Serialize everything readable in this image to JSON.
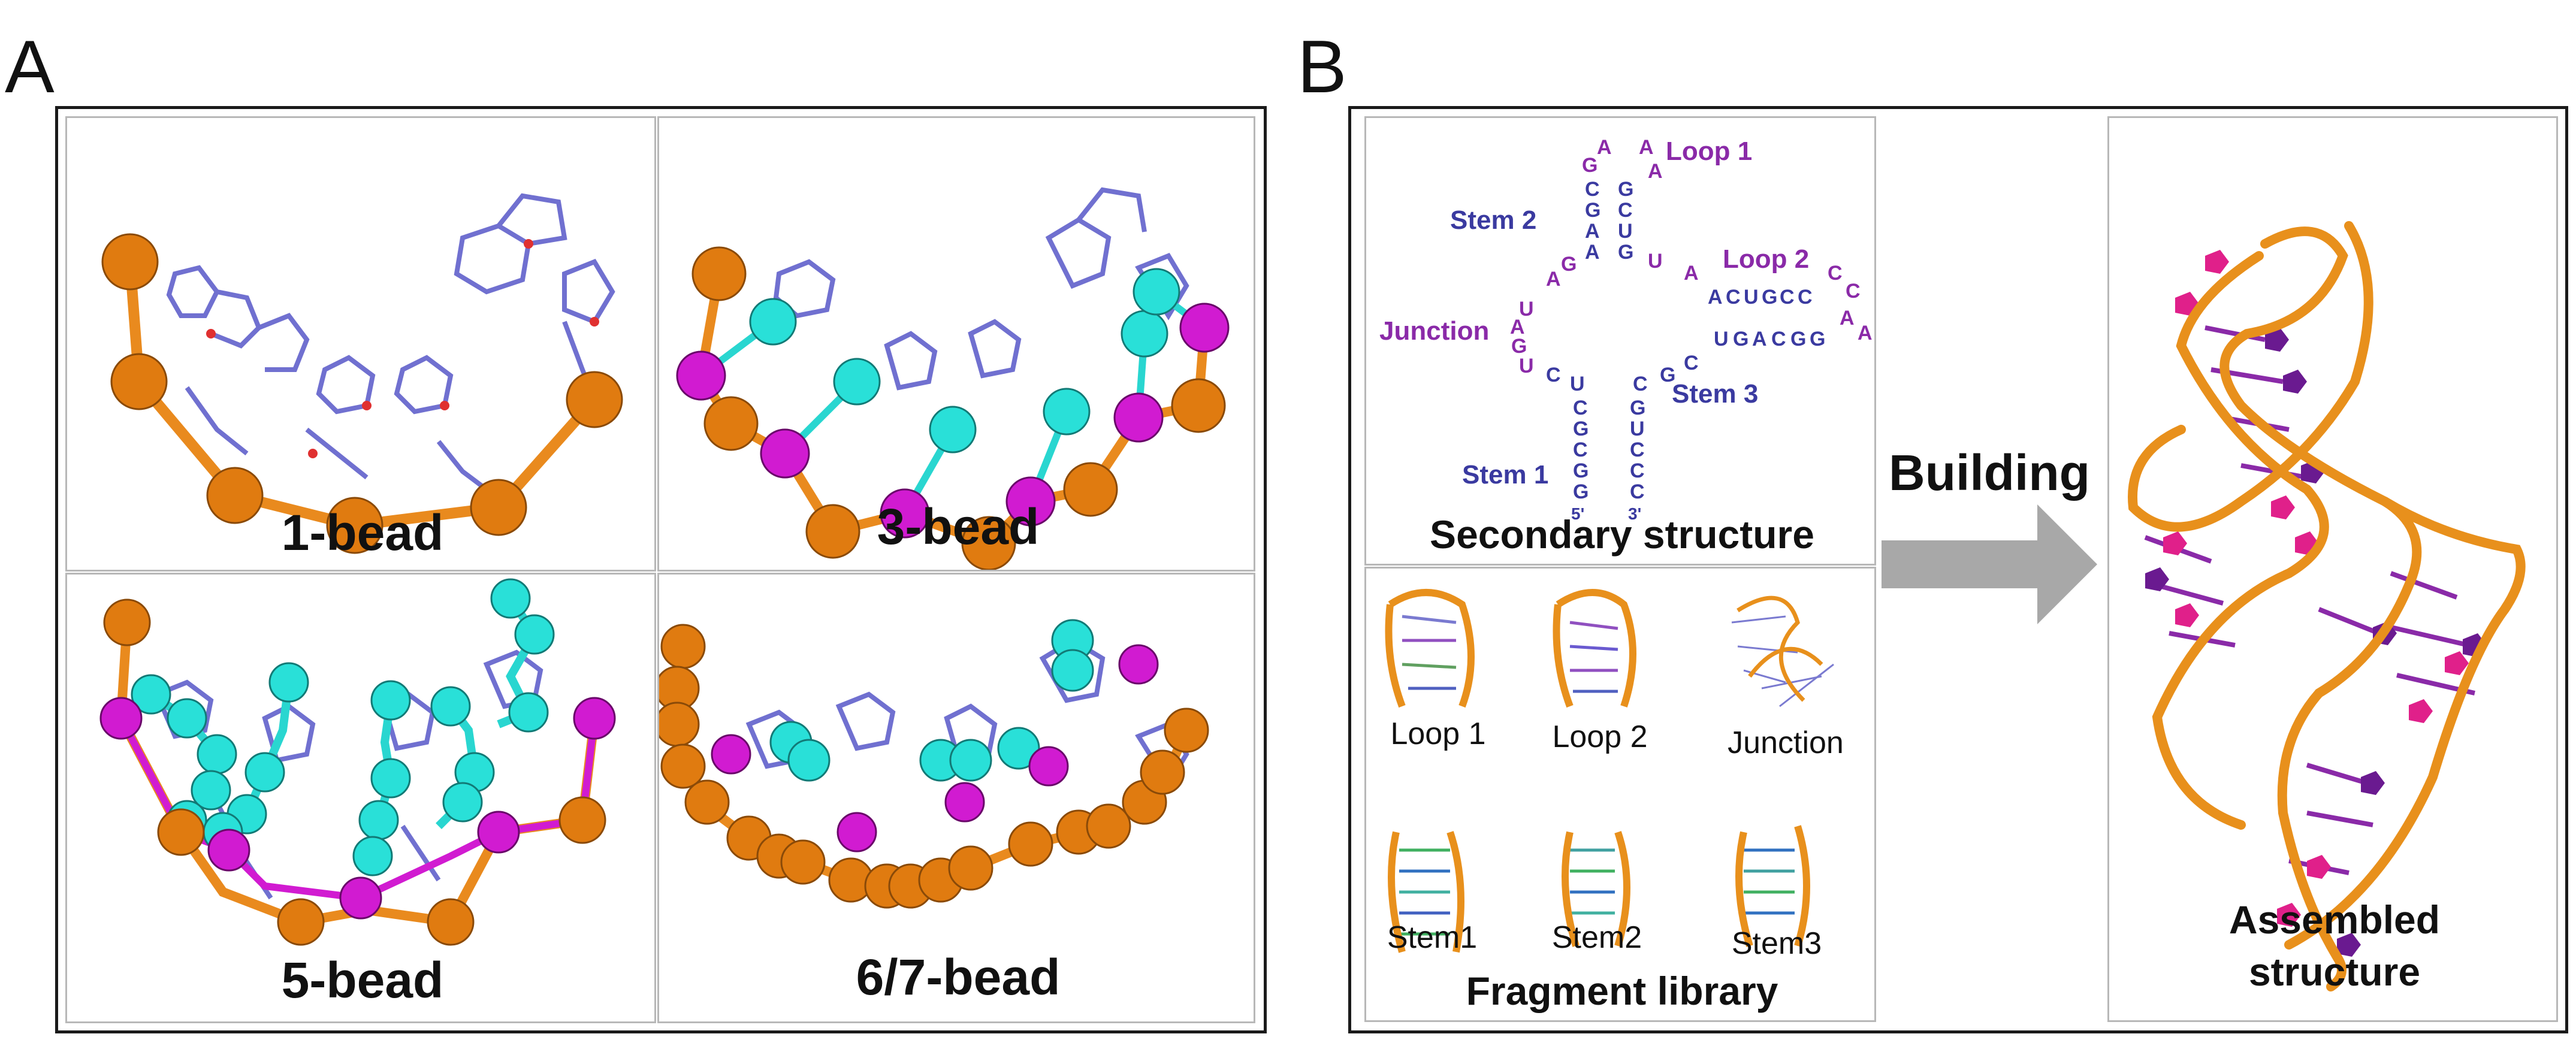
{
  "panelA": {
    "letter": "A",
    "cells": [
      {
        "label": "1-bead"
      },
      {
        "label": "3-bead"
      },
      {
        "label": "5-bead"
      },
      {
        "label": "6/7-bead"
      }
    ]
  },
  "panelB": {
    "letter": "B",
    "secondary": {
      "caption": "Secondary structure",
      "region_labels": {
        "loop1": "Loop 1",
        "loop2": "Loop 2",
        "stem2": "Stem 2",
        "stem3": "Stem 3",
        "stem1": "Stem 1",
        "junction": "Junction"
      },
      "end5": "5'",
      "end3": "3'"
    },
    "fragments": {
      "caption": "Fragment library",
      "items": [
        "Loop 1",
        "Loop 2",
        "Junction",
        "Stem1",
        "Stem2",
        "Stem3"
      ]
    },
    "arrow_label": "Building",
    "assembled_caption_line1": "Assembled",
    "assembled_caption_line2": "structure"
  },
  "colors": {
    "orange_bead": "#e07b10",
    "magenta_bead": "#d11bd1",
    "cyan_bead": "#29e0d8",
    "stick": "#7070d0",
    "oxygen": "#e03030",
    "backbone": "#f0a030",
    "stem_text": "#3a3aa0",
    "loop_text": "#8a2aa8",
    "arrow": "#a8a8a8"
  }
}
